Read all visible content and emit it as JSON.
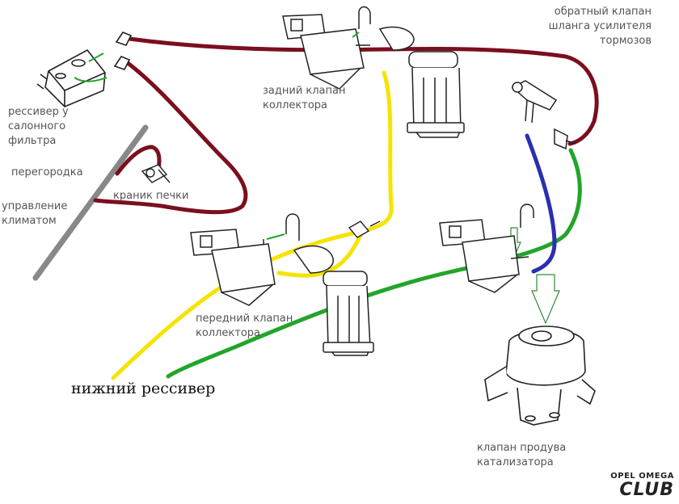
{
  "labels": {
    "receiver_cabin": [
      "ресcивер у",
      "салонного",
      "фильтра"
    ],
    "partition": "перегородка",
    "climate": [
      "управление",
      "климатом"
    ],
    "heater_tap": "краник печки",
    "rear_valve": [
      "задний клапан",
      "коллектора"
    ],
    "front_valve": [
      "передний клапан",
      "коллектора"
    ],
    "check_valve": [
      "обратный клапан",
      "шланга усилителя",
      "тормозов"
    ],
    "lower_receiver": "нижний рессивер",
    "purge_valve": [
      "клапан продува",
      "катализатора"
    ]
  },
  "logo": {
    "line1": "OPEL OMEGA",
    "line2": "CLUB"
  },
  "colors": {
    "hose_red": "#7a0f1e",
    "hose_yellow": "#f4e400",
    "hose_green": "#22a52a",
    "hose_blue": "#2b2fb0",
    "partition_gray": "#888888",
    "line_dark": "#222222"
  }
}
